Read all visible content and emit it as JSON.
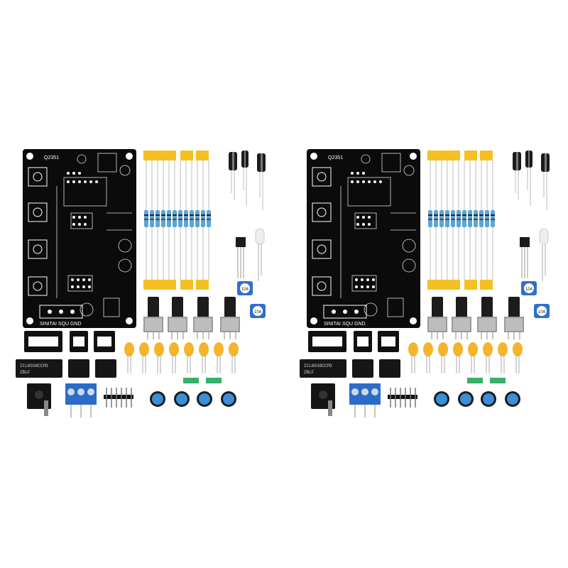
{
  "product": {
    "kit_count": 2,
    "pcb": {
      "top_label": "Q2351",
      "bottom_label": "SINITAI SQU GND"
    },
    "chips": [
      {
        "marking_line1": "ICL8038CCPD",
        "marking_line2": "ZBLF"
      },
      {
        "marking_line1": "",
        "marking_line2": ""
      }
    ],
    "trimmer_label": "104",
    "colors": {
      "pcb": "#0b0b0b",
      "silkscreen": "#ffffff",
      "tape": "#f5c022",
      "resistor_body": "#5aa6d6",
      "terminal_block": "#2a6cc8",
      "trimmer_cap": "#3a8fd8",
      "ceramic_cap": "#f4b52c",
      "electrolytic": "#1b1b1b"
    },
    "parts": {
      "resistors": 12,
      "potentiometers": 4,
      "ceramic_capacitors": 8,
      "electrolytic_capacitors": 3,
      "trimmers": 4,
      "ic_sockets": 3,
      "ic_chips": 2
    }
  }
}
